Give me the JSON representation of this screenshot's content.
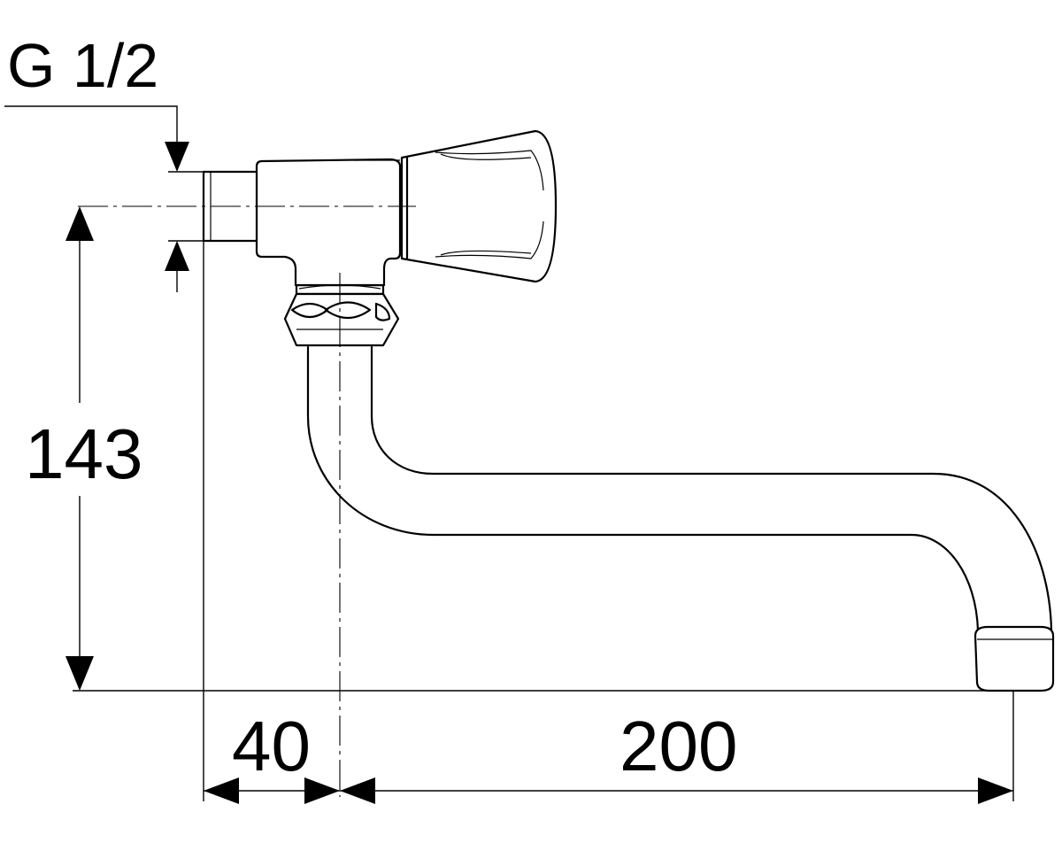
{
  "labels": {
    "thread": "G 1/2",
    "height": "143",
    "offset": "40",
    "reach": "200"
  }
}
